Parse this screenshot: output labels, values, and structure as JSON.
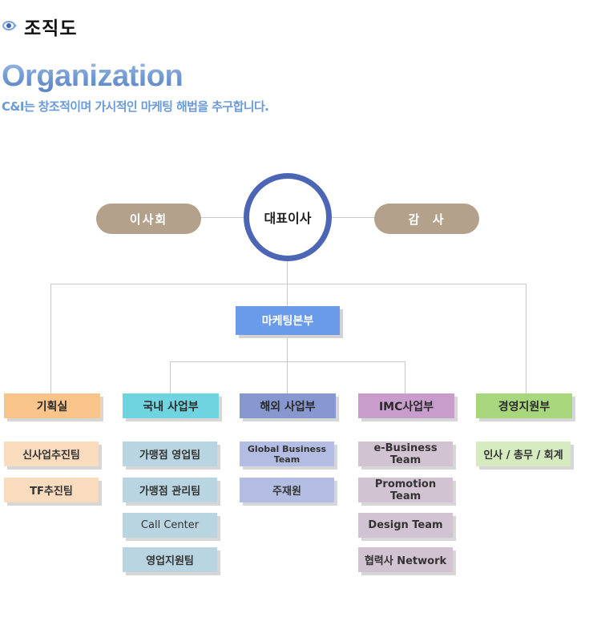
{
  "header": {
    "title": "조직도",
    "english_title": "Organization",
    "subtitle": "C&I는 창조적이며 가시적인 마케팅 해법을 추구합니다."
  },
  "colors": {
    "pill": "#b3a18c",
    "ceo_ring": "#4c66b5",
    "marketing": "#6a9be9",
    "title_blue": "#6a9bd9"
  },
  "top": {
    "board": "이사회",
    "ceo": "대표이사",
    "auditor": "감  사"
  },
  "marketing_hq": "마케팅본부",
  "departments": [
    {
      "label": "기획실",
      "color": "#f9c48a",
      "teams": [
        "신사업추진팀",
        "TF추진팀"
      ]
    },
    {
      "label": "국내 사업부",
      "color": "#6fd4e0",
      "teams": [
        "가맹점 영업팀",
        "가맹점 관리팀",
        "Call Center",
        "영업지원팀"
      ]
    },
    {
      "label": "해외 사업부",
      "color": "#8797cf",
      "teams": [
        "Global Business Team",
        "주재원"
      ]
    },
    {
      "label": "IMC사업부",
      "color": "#c99dcb",
      "teams": [
        "e-Business Team",
        "Promotion Team",
        "Design Team",
        "협력사 Network"
      ]
    },
    {
      "label": "경영지원부",
      "color": "#a8d67c",
      "teams": [
        "인사 / 총무 / 회계"
      ]
    }
  ]
}
